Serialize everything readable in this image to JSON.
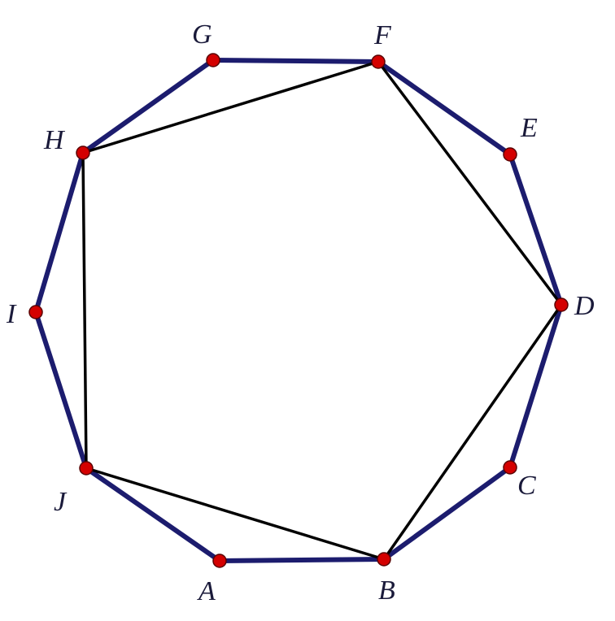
{
  "figure": {
    "outer_polygon_color": "#1c1c6e",
    "inner_polygon_color": "#000000",
    "vertex_color": "#d40000",
    "vertices": [
      {
        "id": "A",
        "label": "A"
      },
      {
        "id": "B",
        "label": "B"
      },
      {
        "id": "C",
        "label": "C"
      },
      {
        "id": "D",
        "label": "D"
      },
      {
        "id": "E",
        "label": "E"
      },
      {
        "id": "F",
        "label": "F"
      },
      {
        "id": "G",
        "label": "G"
      },
      {
        "id": "H",
        "label": "H"
      },
      {
        "id": "I",
        "label": "I"
      },
      {
        "id": "J",
        "label": "J"
      }
    ],
    "outer_polygon": [
      "A",
      "B",
      "C",
      "D",
      "E",
      "F",
      "G",
      "H",
      "I",
      "J"
    ],
    "inner_polygon": [
      "B",
      "D",
      "F",
      "H",
      "J"
    ]
  }
}
